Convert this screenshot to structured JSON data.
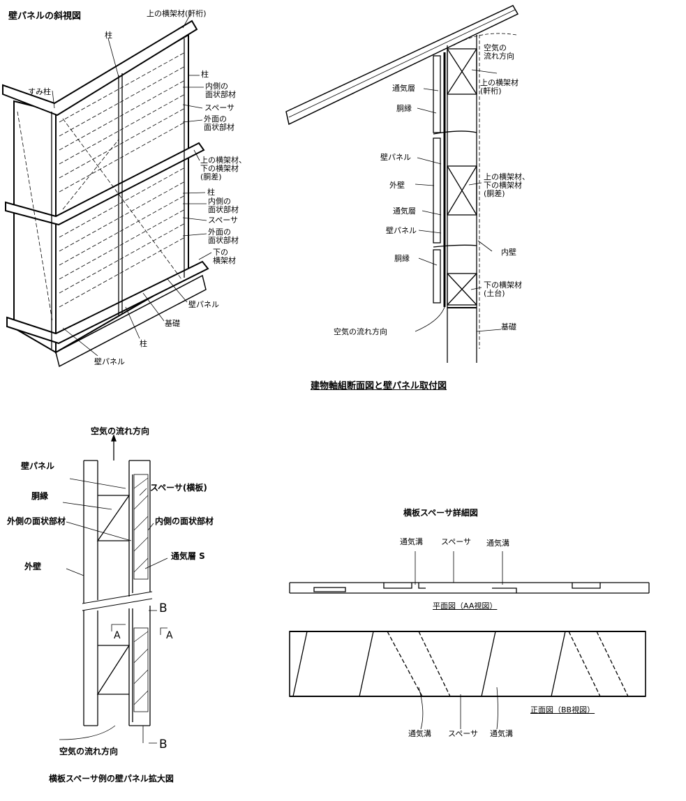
{
  "perspective": {
    "title": "壁パネルの斜視図",
    "labels": {
      "upper_beam_eaves": "上の横架材(軒桁)",
      "post_top": "柱",
      "corner_post": "すみ柱",
      "post_1": "柱",
      "inner_panel_1": "内側の\n面状部材",
      "spacer_1": "スペーサ",
      "outer_panel_1": "外面の\n面状部材",
      "mid_beam": "上の横架材、\n下の横架材\n(胴差)",
      "post_2": "柱",
      "inner_panel_2": "内側の\n面状部材",
      "spacer_2": "スペーサ",
      "outer_panel_2": "外面の\n面状部材",
      "lower_beam": "下の\n横架材",
      "wall_panel_1": "壁パネル",
      "foundation": "基礎",
      "post_bottom": "柱",
      "wall_panel_2": "壁パネル"
    }
  },
  "section": {
    "title": "建物軸組断面図と壁パネル取付図",
    "labels": {
      "airflow_top": "空気の\n流れ方向",
      "vent_layer_1": "通気層",
      "upper_beam": "上の横架材\n(軒桁)",
      "furring_1": "胴縁",
      "wall_panel_1": "壁パネル",
      "mid_beam": "上の横架材、\n下の横架材\n(胴差)",
      "exterior_wall": "外壁",
      "vent_layer_2": "通気層",
      "wall_panel_2": "壁パネル",
      "interior_wall": "内壁",
      "furring_2": "胴縁",
      "sill": "下の横架材\n(土台)",
      "airflow_bottom": "空気の流れ方向",
      "foundation": "基礎"
    }
  },
  "enlarged": {
    "title": "横板スペーサ例の壁パネル拡大図",
    "labels": {
      "airflow_top": "空気の流れ方向",
      "wall_panel": "壁パネル",
      "spacer": "スペーサ(横板)",
      "furring": "胴縁",
      "outer_panel": "外側の面状部材",
      "inner_panel": "内側の面状部材",
      "vent_layer": "通気層 S",
      "exterior_wall": "外壁",
      "airflow_bottom": "空気の流れ方向"
    },
    "markers": {
      "b_top": "B",
      "a_left": "A",
      "a_right": "A",
      "b_bottom": "B"
    }
  },
  "detail": {
    "title": "横板スペーサ詳細図",
    "plan_labels": {
      "groove_1": "通気溝",
      "spacer": "スペーサ",
      "groove_2": "通気溝"
    },
    "plan_caption": "平面図（AA視図）",
    "front_caption": "正面図（BB視図）",
    "front_labels": {
      "groove_1": "通気溝",
      "spacer": "スペーサ",
      "groove_2": "通気溝"
    }
  }
}
